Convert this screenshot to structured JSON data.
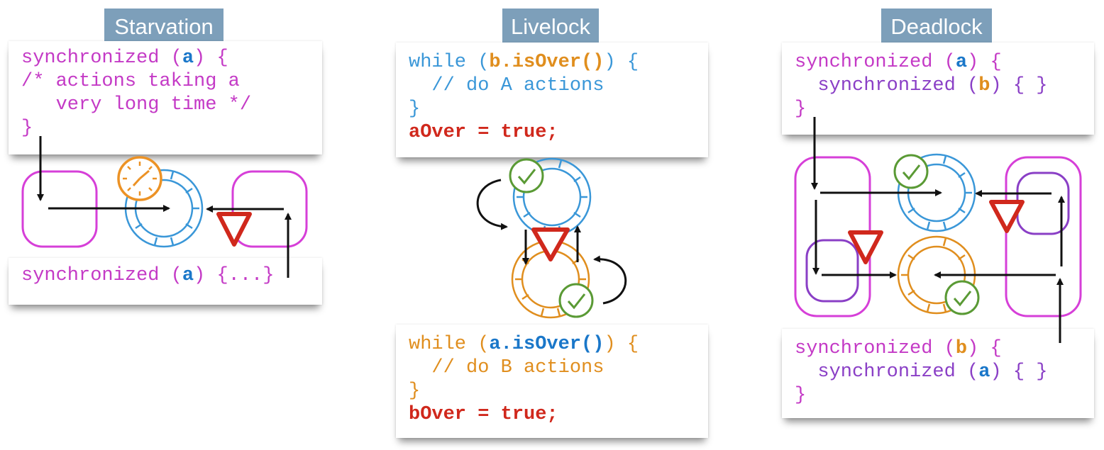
{
  "panels": {
    "starvation": {
      "title": "Starvation",
      "code_top": {
        "l1_kw": "synchronized (",
        "l1_var": "a",
        "l1_end": ") {",
        "l2": "/* actions taking a",
        "l3": "   very long time */",
        "l4": "}"
      },
      "code_bottom": {
        "kw": "synchronized (",
        "var": "a",
        "end": ") {...}"
      }
    },
    "livelock": {
      "title": "Livelock",
      "code_top": {
        "l1_kw": "while (",
        "l1_var": "b.isOver()",
        "l1_end": ") {",
        "l2": "  // do A actions",
        "l3": "}",
        "l4": "aOver = true;"
      },
      "code_bottom": {
        "l1_kw": "while (",
        "l1_var": "a.isOver()",
        "l1_end": ") {",
        "l2": "  // do B actions",
        "l3": "}",
        "l4": "bOver = true;"
      }
    },
    "deadlock": {
      "title": "Deadlock",
      "code_top": {
        "l1_kw": "synchronized (",
        "l1_var": "a",
        "l1_end": ") {",
        "l2_kw": "  synchronized (",
        "l2_var": "b",
        "l2_end": ") { }",
        "l3": "}"
      },
      "code_bottom": {
        "l1_kw": "synchronized (",
        "l1_var": "b",
        "l1_end": ") {",
        "l2_kw": "  synchronized (",
        "l2_var": "a",
        "l2_end": ") { }",
        "l3": "}"
      }
    }
  },
  "colors": {
    "title_tag": "#7d9fba",
    "thread_a_lock": "#3a97d8",
    "thread_b_lock": "#e08e1e",
    "thread_box": "#d63fd8",
    "nested_box": "#8a3fc6",
    "yield_sign": "#d0281c",
    "check_badge": "#5a9a35"
  },
  "icons": [
    "clock-icon",
    "check-badge-icon",
    "yield-sign-icon"
  ]
}
